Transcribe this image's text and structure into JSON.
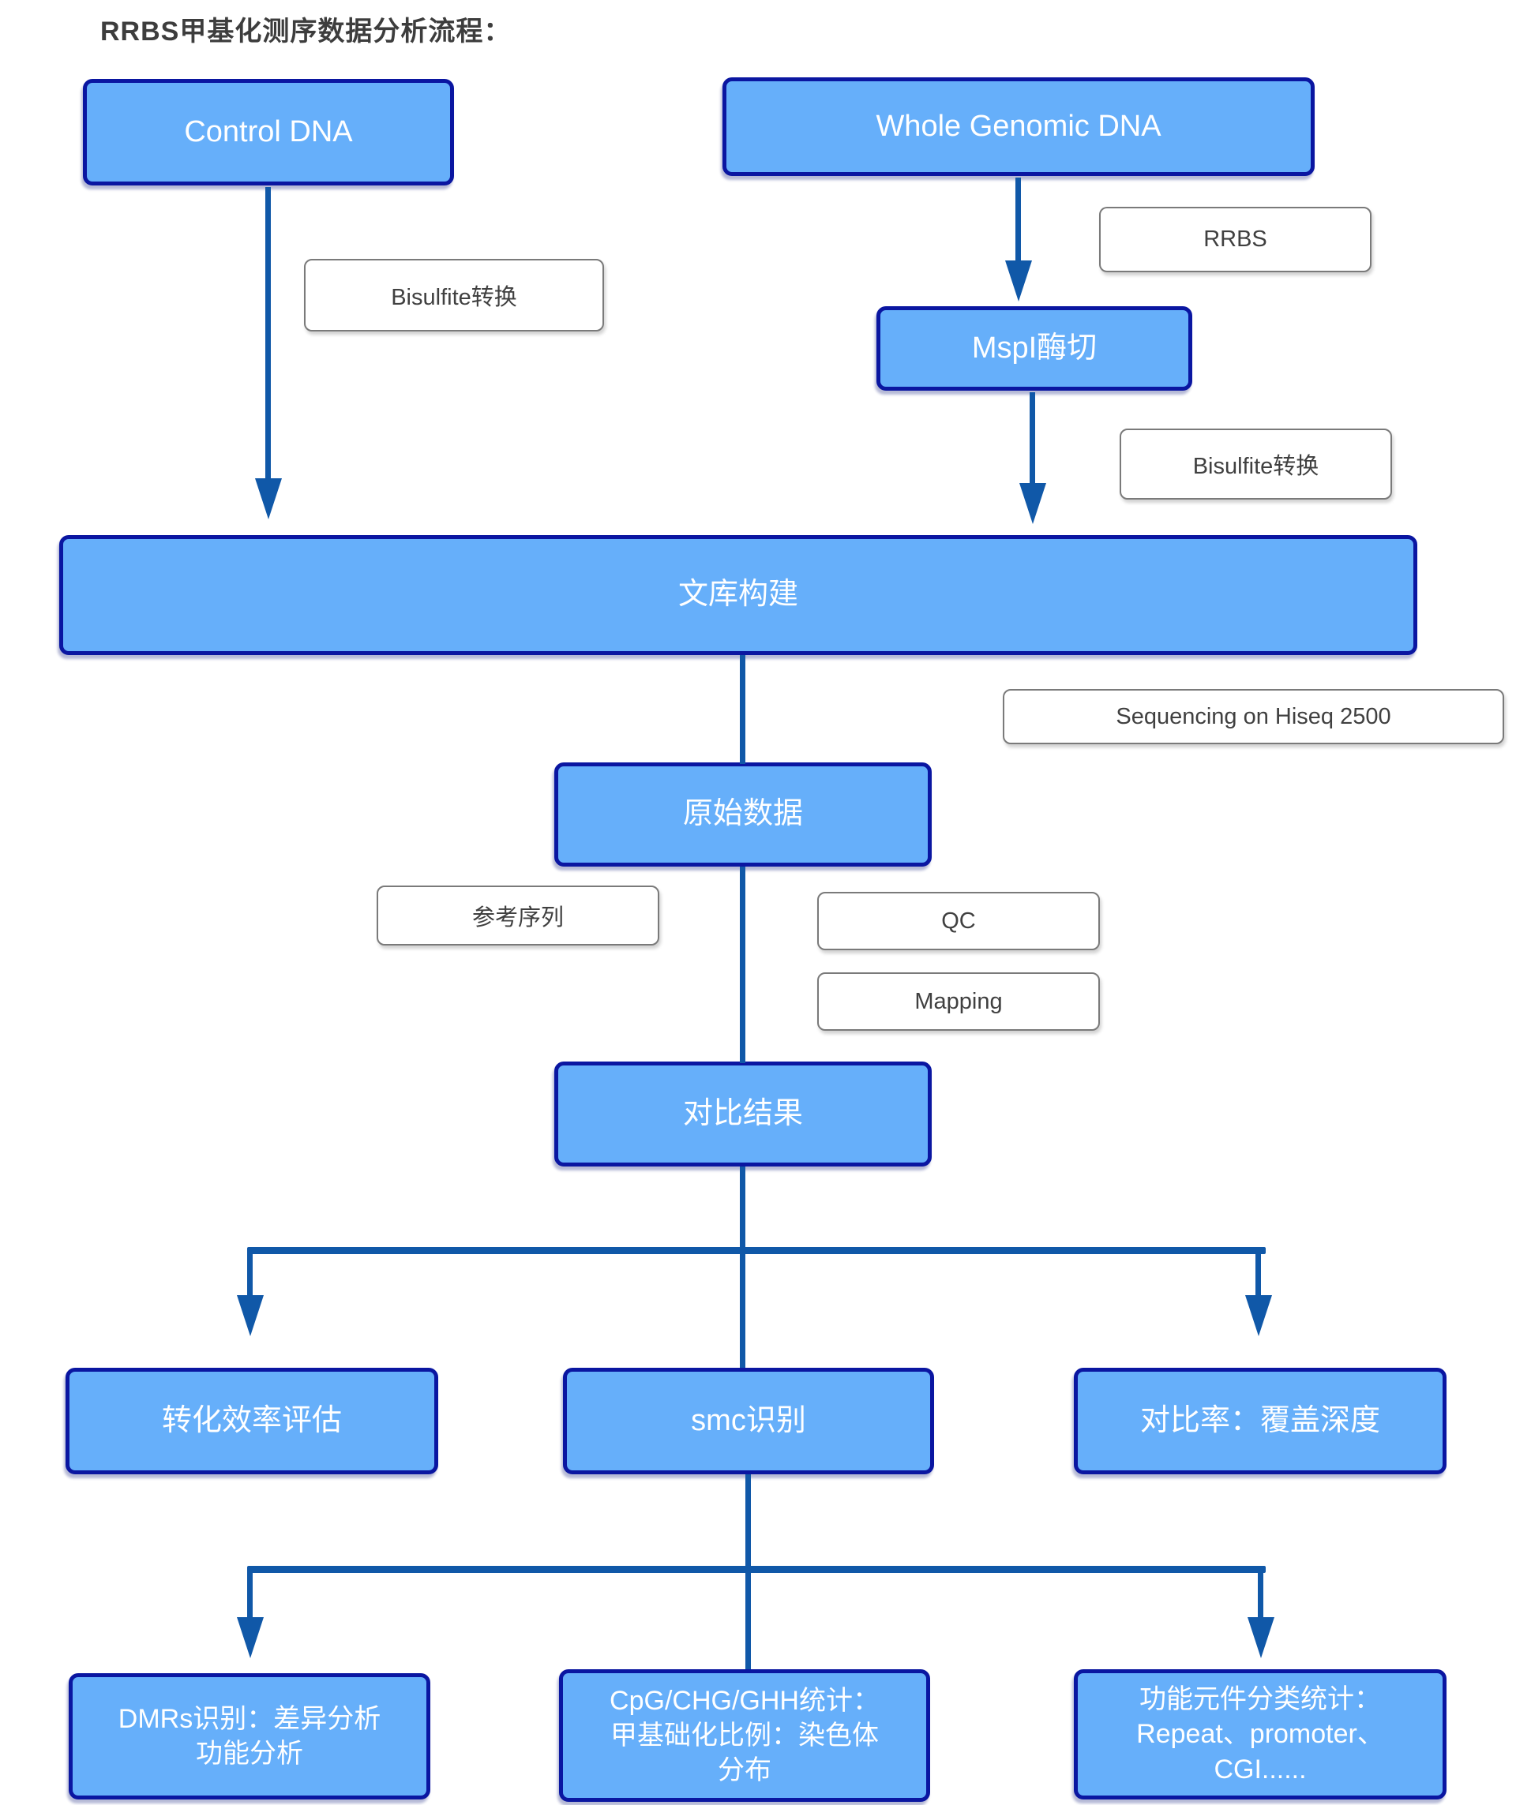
{
  "title": "RRBS甲基化测序数据分析流程：",
  "colors": {
    "node_fill": "#66AFFA",
    "node_border": "#0a16a1",
    "node_text": "#ffffff",
    "connector": "#1058A8",
    "tag_border": "#7a7a7a",
    "tag_text": "#404040",
    "title_text": "#3d3d3d",
    "background": "#ffffff"
  },
  "nodes": {
    "control_dna": "Control DNA",
    "whole_genomic_dna": "Whole Genomic DNA",
    "mspi_digestion": "MspI酶切",
    "library_construction": "文库构建",
    "raw_data": "原始数据",
    "alignment_result": "对比结果",
    "conversion_efficiency": "转化效率评估",
    "smc_identification": "smc识别",
    "mapping_rate_coverage": "对比率：覆盖深度",
    "dmrs_identification": "DMRs识别：差异分析\n功能分析",
    "cpg_statistics": "CpG/CHG/GHH统计：\n甲基础化比例：染色体\n分布",
    "functional_elements": "功能元件分类统计：\nRepeat、promoter、\nCGI......"
  },
  "labels": {
    "bisulfite_left": "Bisulfite转换",
    "rrbs": "RRBS",
    "bisulfite_right": "Bisulfite转换",
    "sequencing": "Sequencing on Hiseq 2500",
    "reference_sequence": "参考序列",
    "qc": "QC",
    "mapping": "Mapping"
  }
}
